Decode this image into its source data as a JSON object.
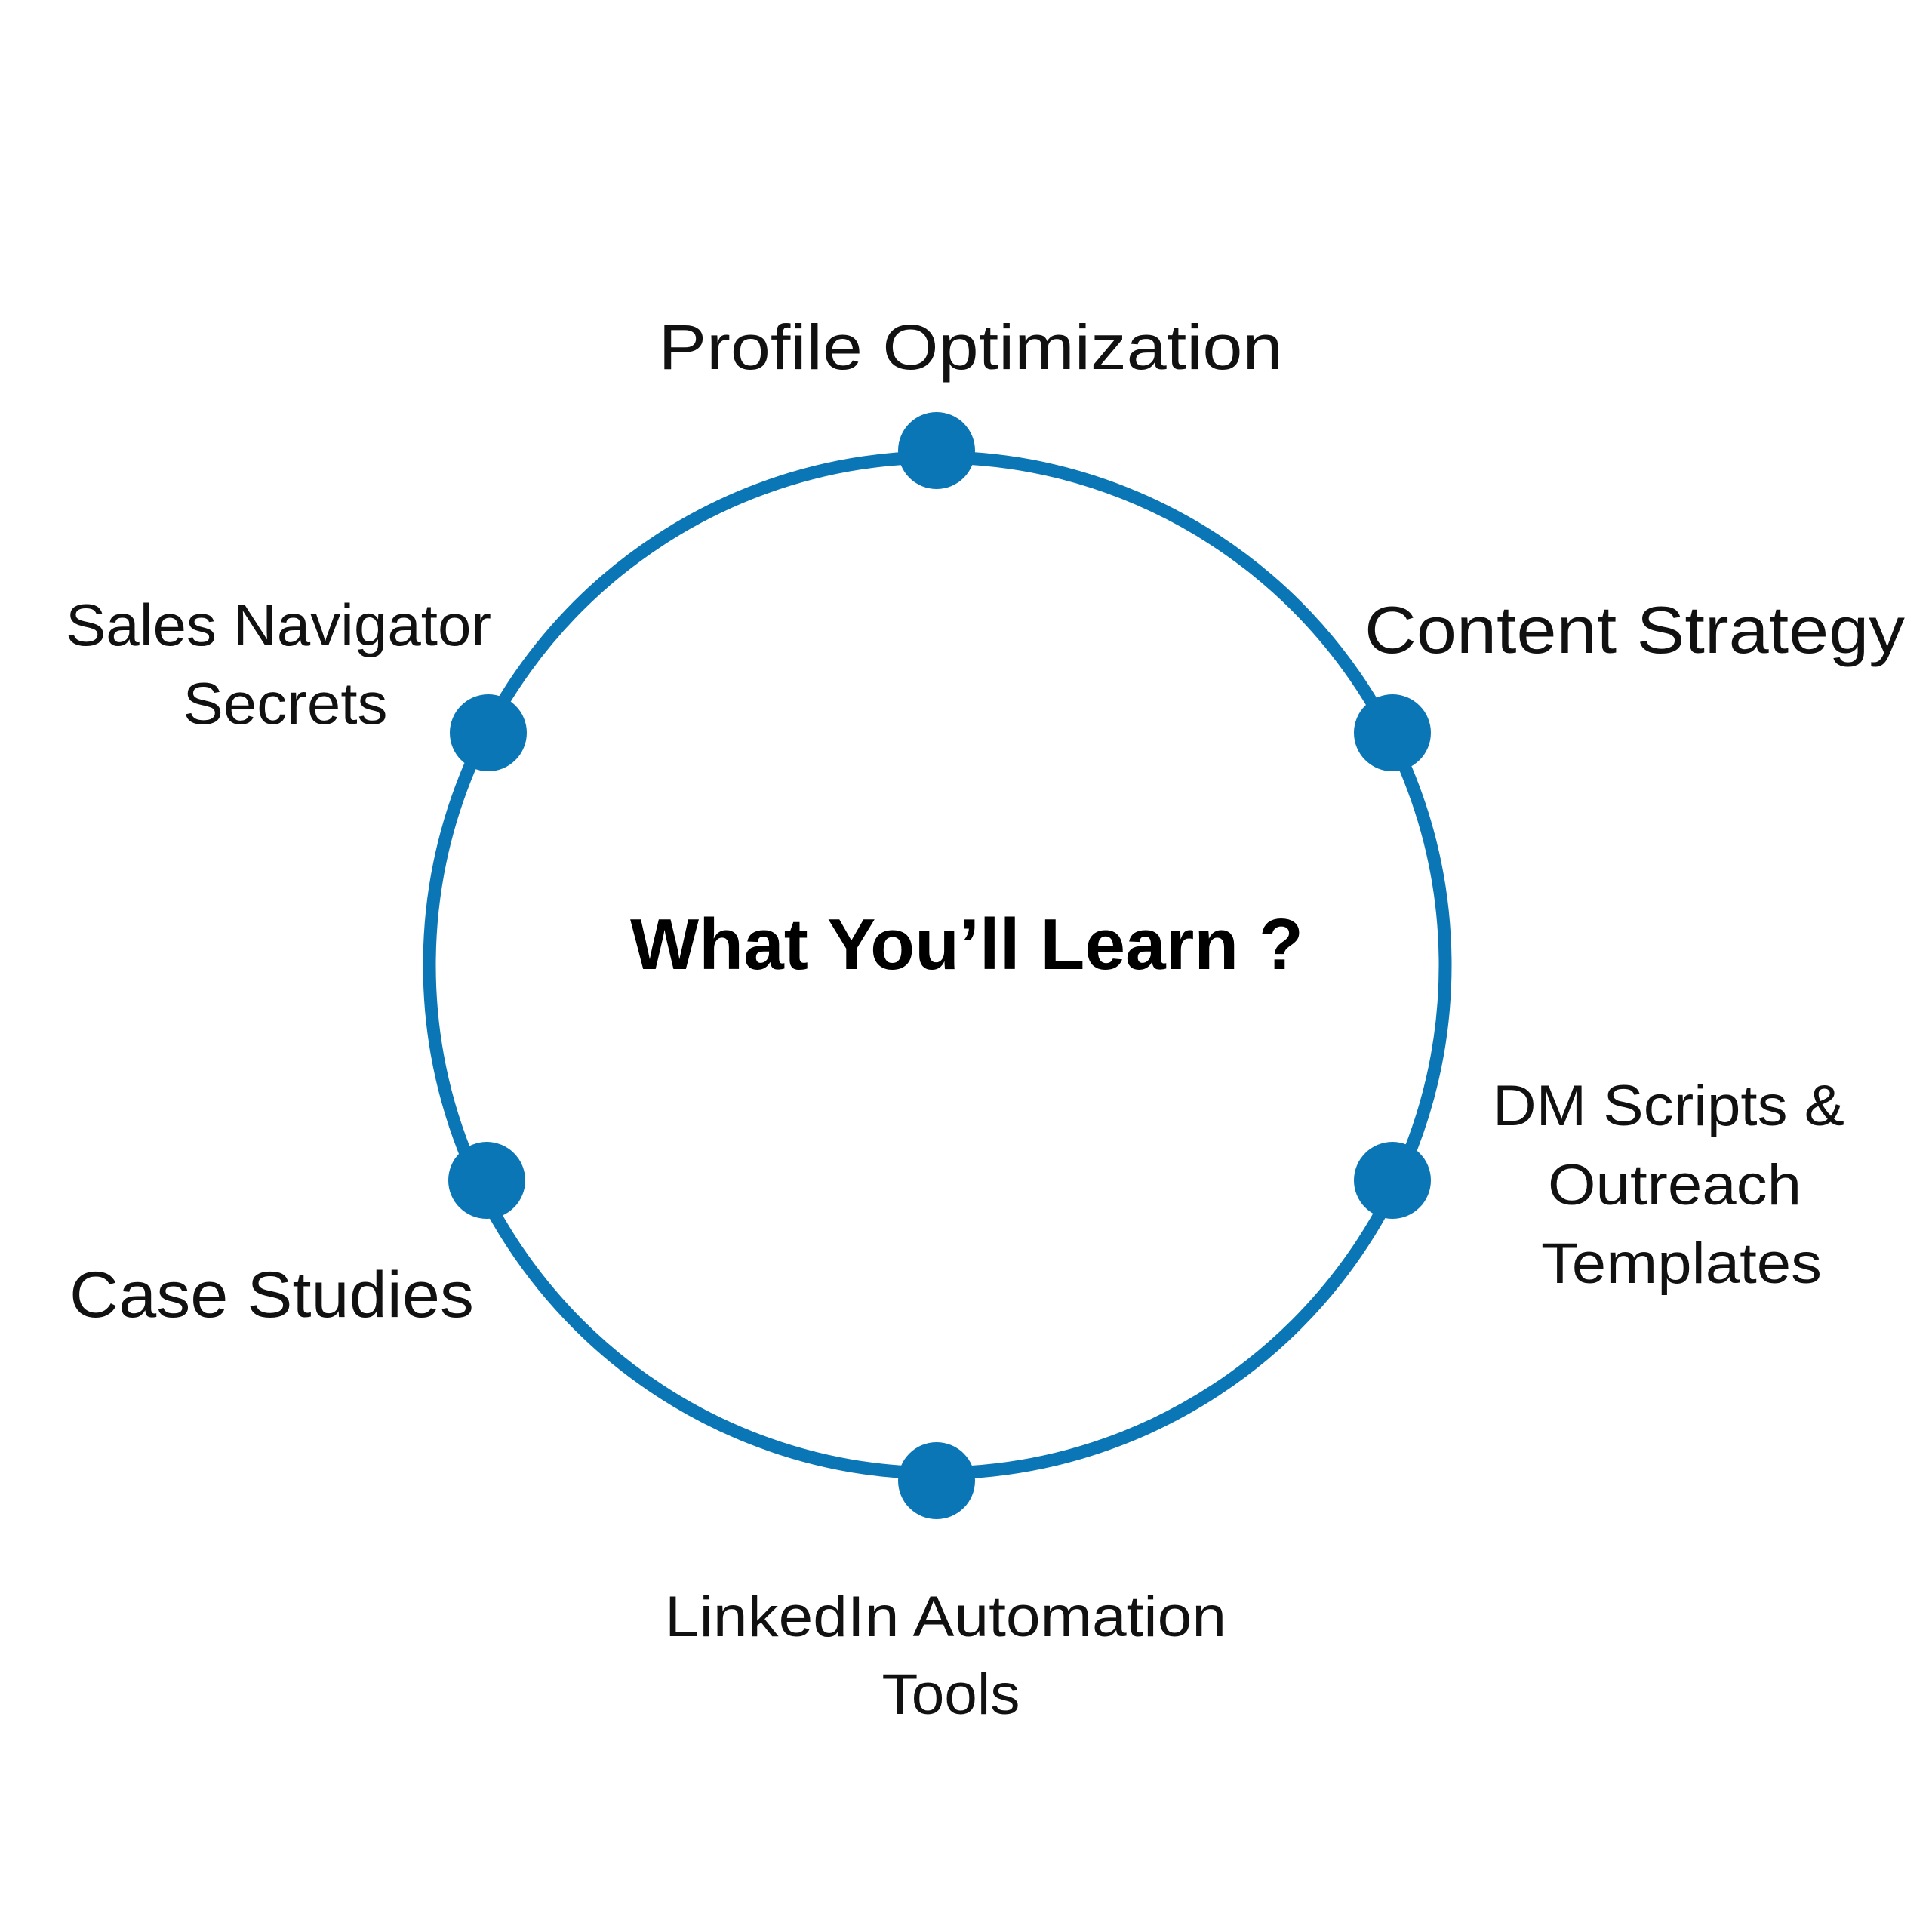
{
  "diagram": {
    "title": "What You’ll Learn ?",
    "accent_color": "#0a76b6",
    "topics": [
      {
        "id": "profile-optimization",
        "lines": [
          "Profile Optimization"
        ]
      },
      {
        "id": "content-strategy",
        "lines": [
          "Content Strategy"
        ]
      },
      {
        "id": "dm-scripts",
        "lines": [
          "DM Scripts &",
          "Outreach",
          "Templates"
        ]
      },
      {
        "id": "linkedin-automation",
        "lines": [
          "LinkedIn Automation",
          "Tools"
        ]
      },
      {
        "id": "case-studies",
        "lines": [
          "Case Studies"
        ]
      },
      {
        "id": "sales-navigator",
        "lines": [
          "Sales Navigator",
          "Secrets"
        ]
      }
    ]
  }
}
